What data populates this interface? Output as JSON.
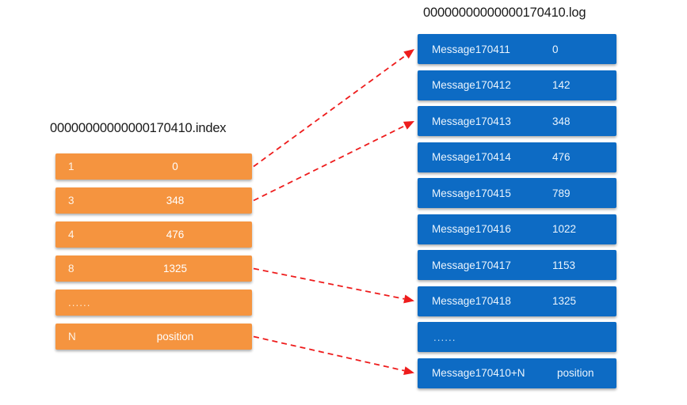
{
  "diagram": {
    "title_index": "00000000000000170410.index",
    "title_log": "00000000000000170410.log",
    "colors": {
      "index_box": "#F5943F",
      "log_box": "#0D6BC4",
      "arrow": "#EE1C1C",
      "background": "#FFFFFF",
      "text_light": "#FFFFFF",
      "title_text": "#1A1A1A"
    },
    "ellipsis": "......"
  },
  "index_file": {
    "name": "00000000000000170410.index",
    "rows": [
      {
        "key": "1",
        "value": "0",
        "is_ellipsis": false
      },
      {
        "key": "3",
        "value": "348",
        "is_ellipsis": false
      },
      {
        "key": "4",
        "value": "476",
        "is_ellipsis": false
      },
      {
        "key": "8",
        "value": "1325",
        "is_ellipsis": false
      },
      {
        "key": "......",
        "value": "",
        "is_ellipsis": true
      },
      {
        "key": "N",
        "value": "position",
        "is_ellipsis": false
      }
    ]
  },
  "log_file": {
    "name": "00000000000000170410.log",
    "rows": [
      {
        "message": "Message170411",
        "offset": "0",
        "is_ellipsis": false
      },
      {
        "message": "Message170412",
        "offset": "142",
        "is_ellipsis": false
      },
      {
        "message": "Message170413",
        "offset": "348",
        "is_ellipsis": false
      },
      {
        "message": "Message170414",
        "offset": "476",
        "is_ellipsis": false
      },
      {
        "message": "Message170415",
        "offset": "789",
        "is_ellipsis": false
      },
      {
        "message": "Message170416",
        "offset": "1022",
        "is_ellipsis": false
      },
      {
        "message": "Message170417",
        "offset": "1153",
        "is_ellipsis": false
      },
      {
        "message": "Message170418",
        "offset": "1325",
        "is_ellipsis": false
      },
      {
        "message": "......",
        "offset": "",
        "is_ellipsis": true
      },
      {
        "message": "Message170410+N",
        "offset": "position",
        "is_ellipsis": false
      }
    ]
  },
  "arrows": [
    {
      "from_index_row": 0,
      "to_log_row": 0,
      "label": "index-1-to-message170411"
    },
    {
      "from_index_row": 1,
      "to_log_row": 2,
      "label": "index-3-to-message170413"
    },
    {
      "from_index_row": 3,
      "to_log_row": 7,
      "label": "index-8-to-message170418"
    },
    {
      "from_index_row": 5,
      "to_log_row": 9,
      "label": "index-N-to-message170410N"
    }
  ]
}
